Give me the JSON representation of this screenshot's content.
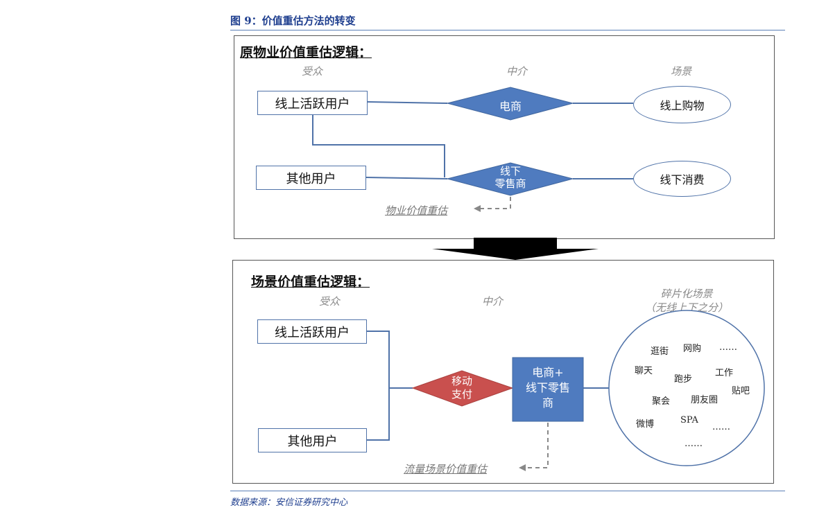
{
  "figure": {
    "title": "图 9：价值重估方法的转变",
    "source": "数据来源：安信证券研究中心"
  },
  "top_panel": {
    "title": "原物业价值重估逻辑：",
    "col_audience": "受众",
    "col_medium": "中介",
    "col_scene": "场景",
    "user_active": "线上活跃用户",
    "user_other": "其他用户",
    "medium_ecom": "电商",
    "medium_retail_line1": "线下",
    "medium_retail_line2": "零售商",
    "scene_online": "线上购物",
    "scene_offline": "线下消费",
    "annotation": "物业价值重估"
  },
  "bottom_panel": {
    "title": "场景价值重估逻辑：",
    "col_audience": "受众",
    "col_medium": "中介",
    "col_scene_line1": "碎片化场景",
    "col_scene_line2": "（无线上下之分）",
    "user_active": "线上活跃用户",
    "user_other": "其他用户",
    "payment_line1": "移动",
    "payment_line2": "支付",
    "merchant_line1": "电商+",
    "merchant_line2": "线下零售",
    "merchant_line3": "商",
    "annotation": "流量场景价值重估",
    "scenes": {
      "s1": "逛街",
      "s2": "网购",
      "s3": "……",
      "s4": "聊天",
      "s5": "跑步",
      "s6": "工作",
      "s7": "贴吧",
      "s8": "聚会",
      "s9": "朋友圈",
      "s10": "微博",
      "s11": "SPA",
      "s12": "……",
      "s13": "……"
    }
  },
  "colors": {
    "blue_diamond": "#4f7bbf",
    "red_diamond": "#c9504e",
    "merchant_box": "#4f7bbf",
    "connector": "#4f72a8",
    "title_blue": "#1f3f8f"
  }
}
